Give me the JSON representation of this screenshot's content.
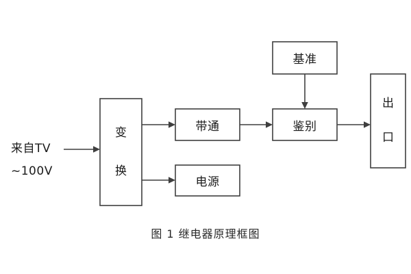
{
  "figure": {
    "caption": "图 1  继电器原理框图",
    "background_color": "#ffffff",
    "line_color": "#3f3f3f",
    "text_color": "#1b1b1b"
  },
  "input": {
    "line1": "来自TV",
    "line2": "~100V"
  },
  "blocks": {
    "transform": {
      "label": "变换",
      "char1": "变",
      "char2": "换"
    },
    "bandpass": {
      "label": "带通"
    },
    "power": {
      "label": "电源"
    },
    "reference": {
      "label": "基准"
    },
    "discriminate": {
      "label": "鉴别"
    },
    "output": {
      "label": "出口",
      "char1": "出",
      "char2": "口"
    }
  },
  "connections": [
    {
      "name": "input-to-transform",
      "from": "来自TV ~100V",
      "to": "变换"
    },
    {
      "name": "transform-to-bandpass",
      "from": "变换",
      "to": "带通"
    },
    {
      "name": "transform-to-power",
      "from": "变换",
      "to": "电源"
    },
    {
      "name": "bandpass-to-discriminate",
      "from": "带通",
      "to": "鉴别"
    },
    {
      "name": "reference-to-discriminate",
      "from": "基准",
      "to": "鉴别"
    },
    {
      "name": "discriminate-to-output",
      "from": "鉴别",
      "to": "出口"
    }
  ]
}
